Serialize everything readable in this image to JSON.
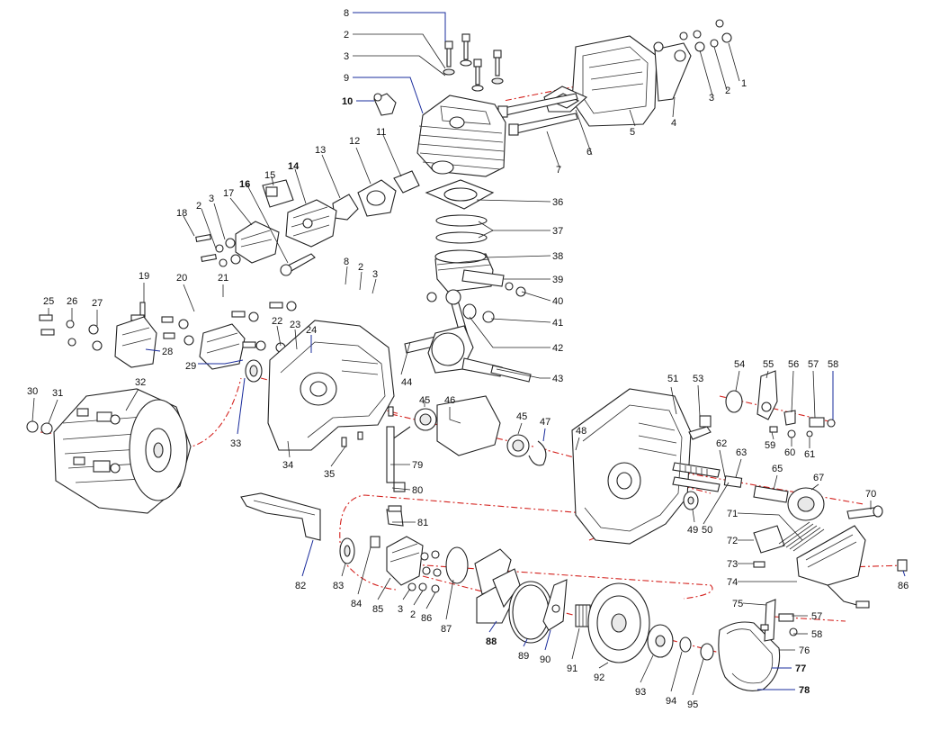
{
  "callouts": [
    {
      "id": "c1",
      "label": "1"
    },
    {
      "id": "c2a",
      "label": "2"
    },
    {
      "id": "c3a",
      "label": "3"
    },
    {
      "id": "c4",
      "label": "4"
    },
    {
      "id": "c5",
      "label": "5"
    },
    {
      "id": "c6",
      "label": "6"
    },
    {
      "id": "c7",
      "label": "7"
    },
    {
      "id": "c8a",
      "label": "8"
    },
    {
      "id": "c2b",
      "label": "2"
    },
    {
      "id": "c3b",
      "label": "3"
    },
    {
      "id": "c9",
      "label": "9"
    },
    {
      "id": "c10",
      "label": "10"
    },
    {
      "id": "c11",
      "label": "11"
    },
    {
      "id": "c12",
      "label": "12"
    },
    {
      "id": "c13",
      "label": "13"
    },
    {
      "id": "c14",
      "label": "14"
    },
    {
      "id": "c15",
      "label": "15"
    },
    {
      "id": "c16",
      "label": "16"
    },
    {
      "id": "c17",
      "label": "17"
    },
    {
      "id": "c3c",
      "label": "3"
    },
    {
      "id": "c2c",
      "label": "2"
    },
    {
      "id": "c18",
      "label": "18"
    },
    {
      "id": "c36",
      "label": "36"
    },
    {
      "id": "c37",
      "label": "37"
    },
    {
      "id": "c38",
      "label": "38"
    },
    {
      "id": "c39",
      "label": "39"
    },
    {
      "id": "c40",
      "label": "40"
    },
    {
      "id": "c41",
      "label": "41"
    },
    {
      "id": "c42",
      "label": "42"
    },
    {
      "id": "c43",
      "label": "43"
    },
    {
      "id": "c8b",
      "label": "8"
    },
    {
      "id": "c2d",
      "label": "2"
    },
    {
      "id": "c3d",
      "label": "3"
    },
    {
      "id": "c19",
      "label": "19"
    },
    {
      "id": "c20",
      "label": "20"
    },
    {
      "id": "c21",
      "label": "21"
    },
    {
      "id": "c25",
      "label": "25"
    },
    {
      "id": "c26",
      "label": "26"
    },
    {
      "id": "c27",
      "label": "27"
    },
    {
      "id": "c28",
      "label": "28"
    },
    {
      "id": "c22",
      "label": "22"
    },
    {
      "id": "c23",
      "label": "23"
    },
    {
      "id": "c24",
      "label": "24"
    },
    {
      "id": "c29",
      "label": "29"
    },
    {
      "id": "c44",
      "label": "44"
    },
    {
      "id": "c45a",
      "label": "45"
    },
    {
      "id": "c46",
      "label": "46"
    },
    {
      "id": "c45b",
      "label": "45"
    },
    {
      "id": "c47",
      "label": "47"
    },
    {
      "id": "c48",
      "label": "48"
    },
    {
      "id": "c51",
      "label": "51"
    },
    {
      "id": "c53",
      "label": "53"
    },
    {
      "id": "c54",
      "label": "54"
    },
    {
      "id": "c55",
      "label": "55"
    },
    {
      "id": "c56",
      "label": "56"
    },
    {
      "id": "c57a",
      "label": "57"
    },
    {
      "id": "c58a",
      "label": "58"
    },
    {
      "id": "c59",
      "label": "59"
    },
    {
      "id": "c60",
      "label": "60"
    },
    {
      "id": "c61",
      "label": "61"
    },
    {
      "id": "c30",
      "label": "30"
    },
    {
      "id": "c31",
      "label": "31"
    },
    {
      "id": "c32",
      "label": "32"
    },
    {
      "id": "c33",
      "label": "33"
    },
    {
      "id": "c34",
      "label": "34"
    },
    {
      "id": "c35",
      "label": "35"
    },
    {
      "id": "c79",
      "label": "79"
    },
    {
      "id": "c80",
      "label": "80"
    },
    {
      "id": "c62",
      "label": "62"
    },
    {
      "id": "c63",
      "label": "63"
    },
    {
      "id": "c65",
      "label": "65"
    },
    {
      "id": "c67",
      "label": "67"
    },
    {
      "id": "c70",
      "label": "70"
    },
    {
      "id": "c49",
      "label": "49"
    },
    {
      "id": "c50",
      "label": "50"
    },
    {
      "id": "c71",
      "label": "71"
    },
    {
      "id": "c72",
      "label": "72"
    },
    {
      "id": "c73",
      "label": "73"
    },
    {
      "id": "c74",
      "label": "74"
    },
    {
      "id": "c86a",
      "label": "86"
    },
    {
      "id": "c81",
      "label": "81"
    },
    {
      "id": "c82",
      "label": "82"
    },
    {
      "id": "c83",
      "label": "83"
    },
    {
      "id": "c84",
      "label": "84"
    },
    {
      "id": "c85",
      "label": "85"
    },
    {
      "id": "c3e",
      "label": "3"
    },
    {
      "id": "c2e",
      "label": "2"
    },
    {
      "id": "c86b",
      "label": "86"
    },
    {
      "id": "c87",
      "label": "87"
    },
    {
      "id": "c88",
      "label": "88"
    },
    {
      "id": "c89",
      "label": "89"
    },
    {
      "id": "c90",
      "label": "90"
    },
    {
      "id": "c91",
      "label": "91"
    },
    {
      "id": "c92",
      "label": "92"
    },
    {
      "id": "c93",
      "label": "93"
    },
    {
      "id": "c94",
      "label": "94"
    },
    {
      "id": "c95",
      "label": "95"
    },
    {
      "id": "c75",
      "label": "75"
    },
    {
      "id": "c57b",
      "label": "57"
    },
    {
      "id": "c58b",
      "label": "58"
    },
    {
      "id": "c76",
      "label": "76"
    },
    {
      "id": "c77",
      "label": "77"
    },
    {
      "id": "c78",
      "label": "78"
    }
  ],
  "colors": {
    "leader": "#222222",
    "leader_accent": "#1a2c9c",
    "axis": "#d4221e",
    "part_fill": "#ffffff",
    "shade": "#e9e9e9"
  }
}
